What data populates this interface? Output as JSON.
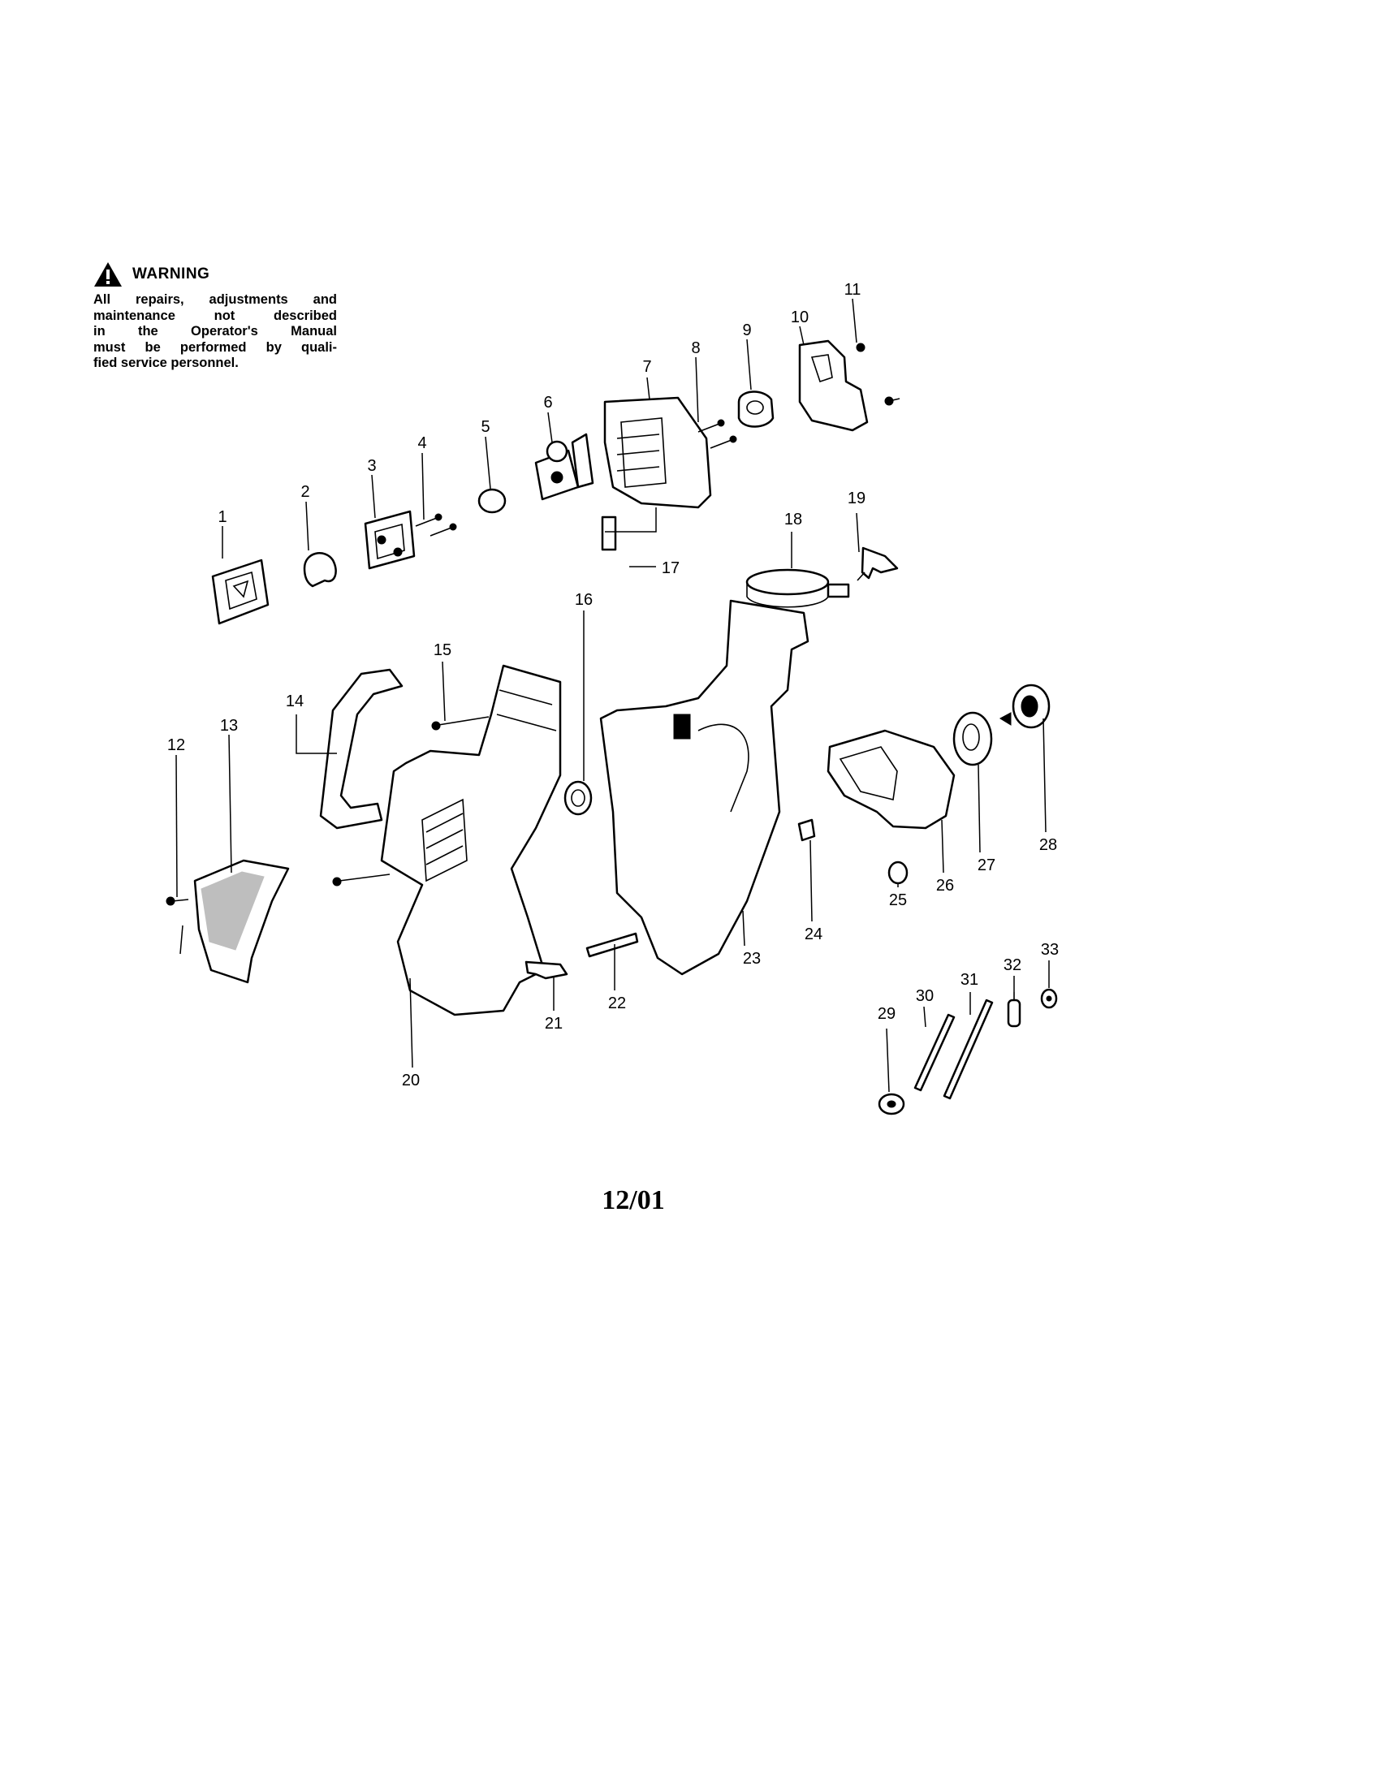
{
  "warning": {
    "icon": "warning-triangle-icon",
    "title": "WARNING",
    "lines": [
      "All repairs, adjustments and",
      "maintenance not described",
      "in the Operator's Manual",
      "must be performed by quali-",
      "fied service personnel."
    ]
  },
  "part_numbers": [
    "1",
    "2",
    "3",
    "4",
    "5",
    "6",
    "7",
    "8",
    "9",
    "10",
    "11",
    "12",
    "13",
    "14",
    "15",
    "16",
    "17",
    "18",
    "19",
    "20",
    "21",
    "22",
    "23",
    "24",
    "25",
    "26",
    "27",
    "28",
    "29",
    "30",
    "31",
    "32",
    "33"
  ],
  "date_code": "12/01"
}
